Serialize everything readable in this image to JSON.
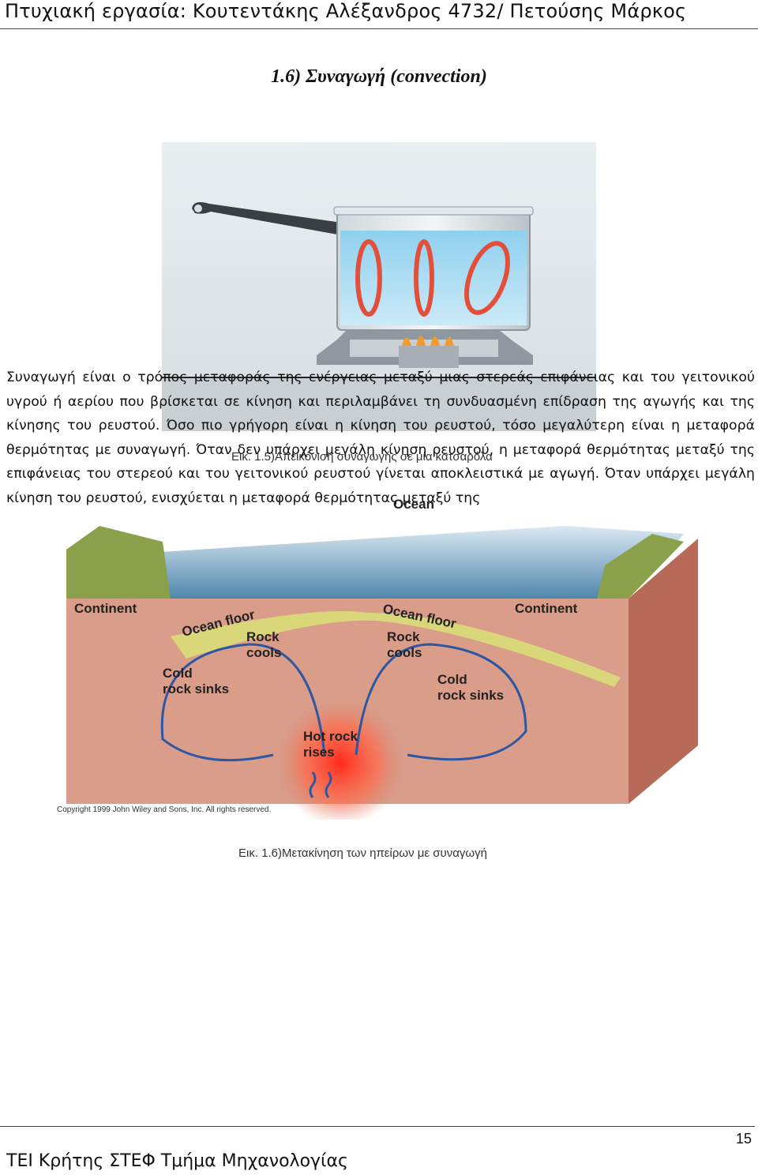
{
  "header": {
    "text": "Πτυχιακή εργασία: Κουτεντάκης Αλέξανδρος 4732/ Πετούσης Μάρκος"
  },
  "section": {
    "title": "1.6) Συναγωγή (convection)"
  },
  "figure1": {
    "caption": "Εικ. 1.5)Απεικόνιση συναγωγής σε μία κατσαρόλα"
  },
  "figure2": {
    "caption": "Εικ. 1.6)Μετακίνηση των ηπείρων με συναγωγή",
    "labels": {
      "ocean": "Ocean",
      "continent_left": "Continent",
      "continent_right": "Continent",
      "ocean_floor_left": "Ocean floor",
      "ocean_floor_right": "Ocean floor",
      "rock_cools_left_1": "Rock",
      "rock_cools_left_2": "cools",
      "rock_cools_right_1": "Rock",
      "rock_cools_right_2": "cools",
      "cold_left_1": "Cold",
      "cold_left_2": "rock sinks",
      "cold_right_1": "Cold",
      "cold_right_2": "rock sinks",
      "hot_1": "Hot rock",
      "hot_2": "rises",
      "copyright": "Copyright 1999 John Wiley and Sons, Inc. All rights reserved."
    }
  },
  "body": {
    "paragraph": "Συναγωγή είναι ο τρόπος μεταφοράς της ενέργειας μεταξύ μιας στερεάς επιφάνειας και του γειτονικού υγρού ή αερίου που βρίσκεται σε κίνηση και περιλαμβάνει τη συνδυασμένη επίδραση της αγωγής και της κίνησης του ρευστού. Όσο πιο γρήγορη είναι η κίνηση του ρευστού, τόσο μεγαλύτερη είναι η μεταφορά θερμότητας με συναγωγή. Όταν δεν υπάρχει μεγάλη κίνηση ρευστού, η μεταφορά θερμότητας μεταξύ της επιφάνειας του στερεού και του γειτονικού ρευστού γίνεται αποκλειστικά με αγωγή. Όταν υπάρχει μεγάλη κίνηση του ρευστού, ενισχύεται η μεταφορά θερμότητας μεταξύ της"
  },
  "footer": {
    "text": "ΤΕΙ Κρήτης ΣΤΕΦ Τμήμα Μηχανολογίας",
    "page": "15"
  }
}
